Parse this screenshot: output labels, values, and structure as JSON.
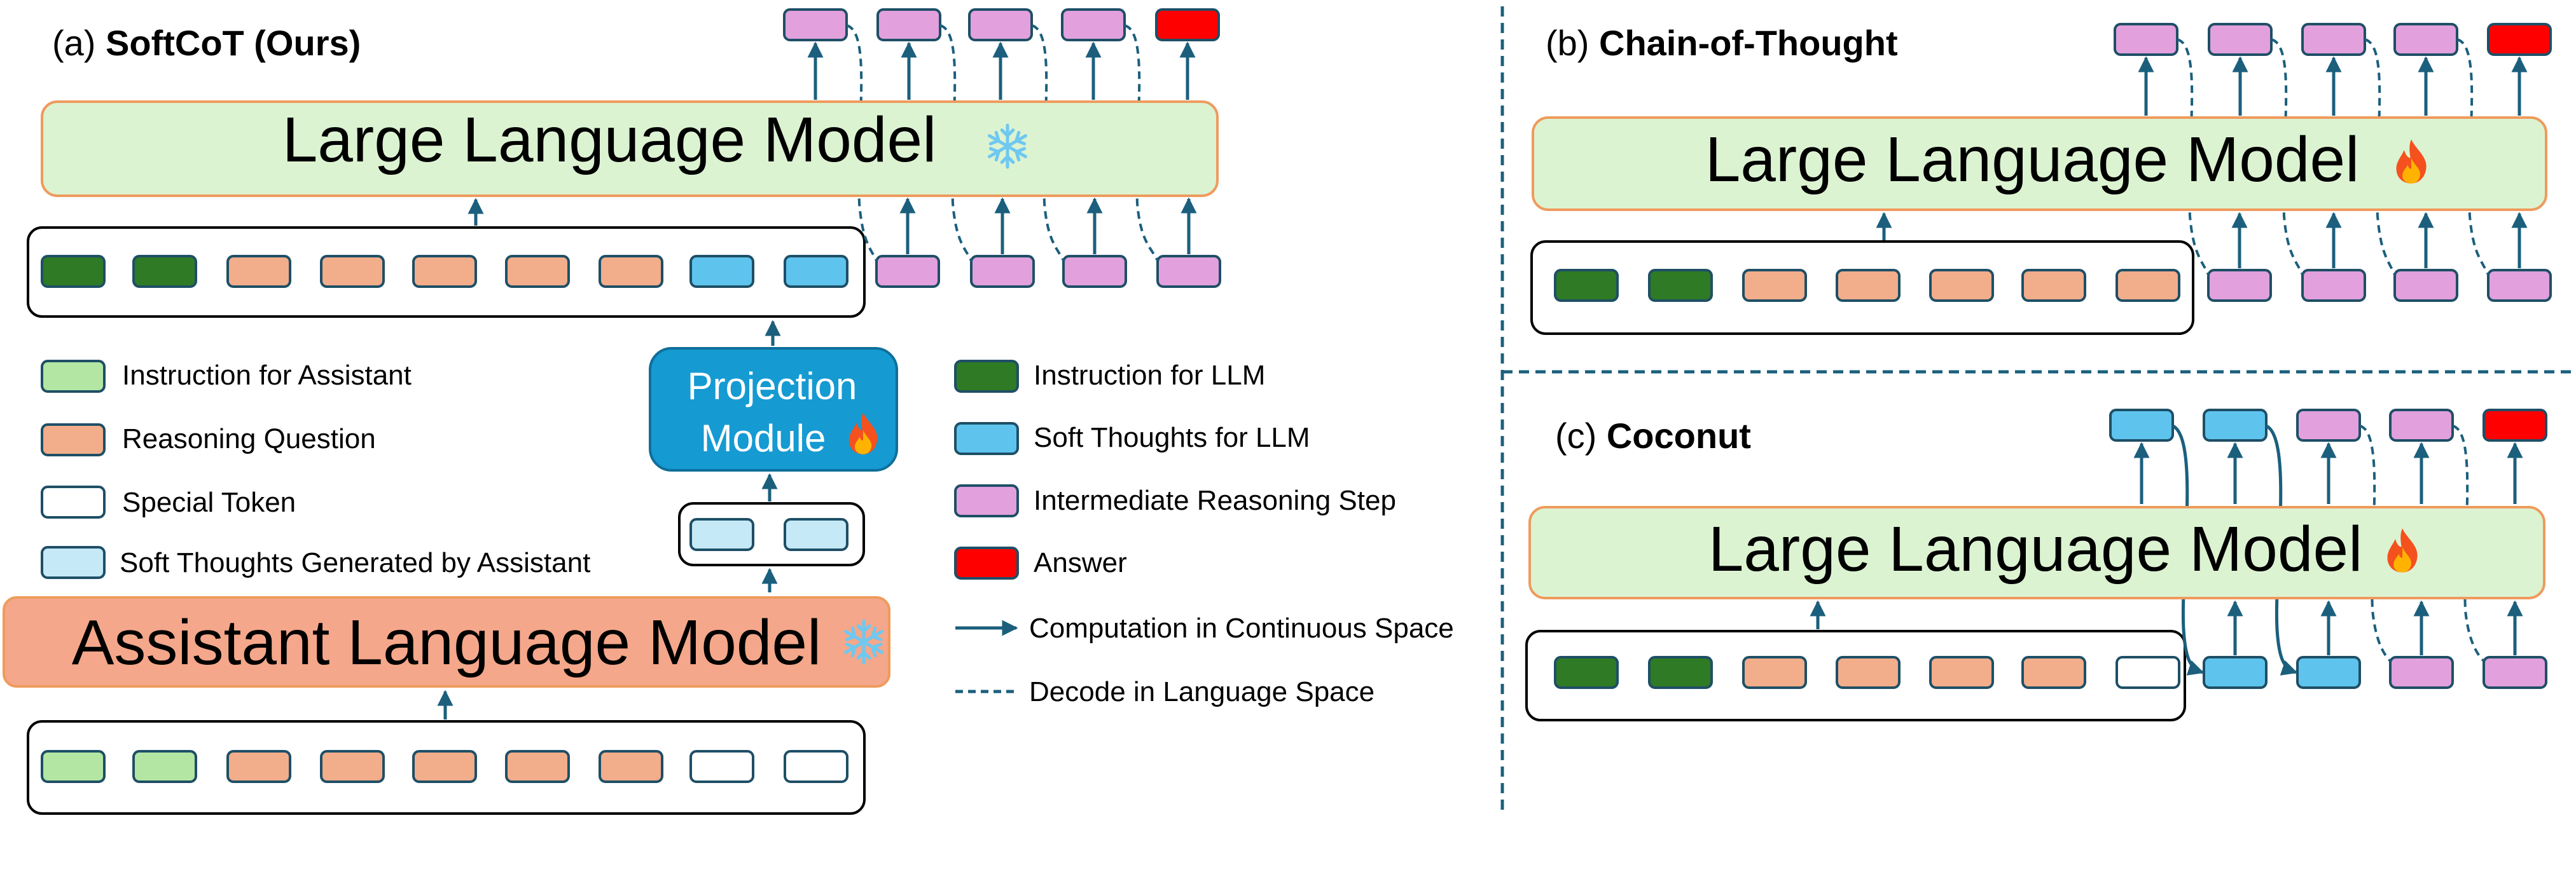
{
  "panel_a": {
    "label_prefix": "(a)",
    "label_title": "SoftCoT (Ours)",
    "llm_label": "Large Language Model",
    "llm_icon": "snowflake-icon",
    "projection_line1": "Projection",
    "projection_line2": "Module",
    "projection_icon": "fire-icon",
    "assistant_label": "Assistant Language Model",
    "assistant_icon": "snowflake-icon"
  },
  "panel_b": {
    "label_prefix": "(b)",
    "label_title": "Chain-of-Thought",
    "llm_label": "Large Language Model",
    "llm_icon": "fire-icon"
  },
  "panel_c": {
    "label_prefix": "(c)",
    "label_title": "Coconut",
    "llm_label": "Large Language Model",
    "llm_icon": "fire-icon"
  },
  "legend": {
    "instruction_for_assistant": "Instruction for Assistant",
    "reasoning_question": "Reasoning Question",
    "special_token": "Special Token",
    "soft_thoughts_assistant": "Soft Thoughts Generated by Assistant",
    "instruction_for_llm": "Instruction for LLM",
    "soft_thoughts_llm": "Soft Thoughts for LLM",
    "intermediate_step": "Intermediate Reasoning Step",
    "answer": "Answer",
    "computation": "Computation in Continuous Space",
    "decode": "Decode in Language Space"
  },
  "colors": {
    "instruction_for_assistant": "#b3e6a2",
    "reasoning_question": "#f2ad8b",
    "special_token": "#ffffff",
    "soft_thoughts_assistant": "#c5e9f7",
    "instruction_for_llm": "#2f7a24",
    "soft_thoughts_llm": "#5ec4ee",
    "intermediate_step": "#e2a0dd",
    "answer": "#ff0000",
    "llm_fill": "#dcf3d2",
    "llm_border": "#ee9b5d",
    "assistant_fill": "#f4a78a",
    "projection_fill": "#159ad2",
    "arrow": "#1b5f7d"
  }
}
